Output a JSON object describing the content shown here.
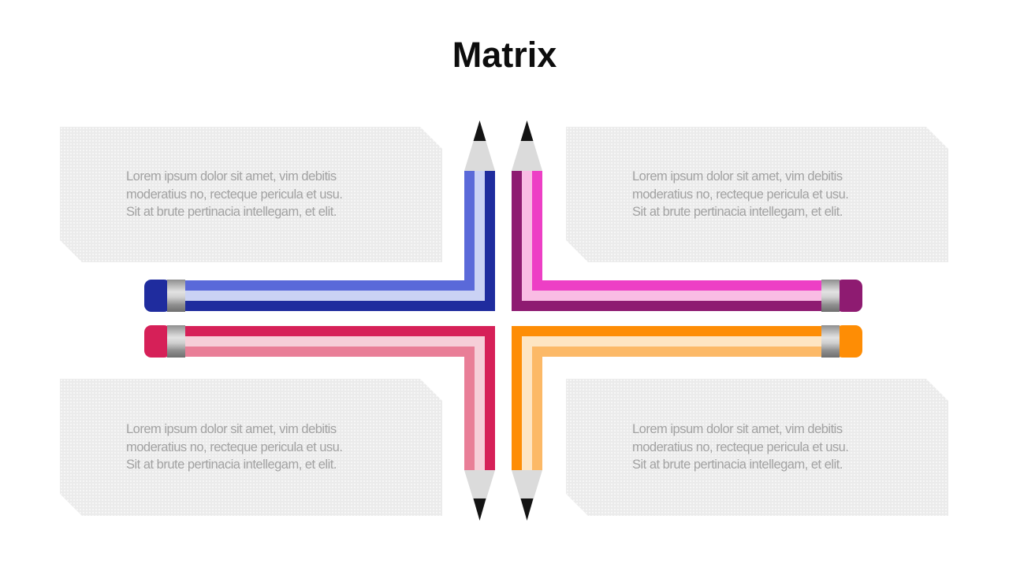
{
  "title": "Matrix",
  "theme": {
    "slide-bg": "#FFFFFF",
    "title-color": "#0D0D0D",
    "box-bg": "#EBEBEB",
    "box-text": "#A2A2A2"
  },
  "boxes": [
    {
      "position": "top-left",
      "lines": [
        "Lorem ipsum dolor sit amet, vim debitis",
        "moderatius no, recteque pericula et usu.",
        "Sit at brute pertinacia intellegam, et elit."
      ]
    },
    {
      "position": "top-right",
      "lines": [
        "Lorem ipsum dolor sit amet, vim debitis",
        "moderatius no, recteque pericula et usu.",
        "Sit at brute pertinacia intellegam, et elit."
      ]
    },
    {
      "position": "bottom-left",
      "lines": [
        "Lorem ipsum dolor sit amet, vim debitis",
        "moderatius no, recteque pericula et usu.",
        "Sit at brute pertinacia intellegam, et elit."
      ]
    },
    {
      "position": "bottom-right",
      "lines": [
        "Lorem ipsum dolor sit amet, vim debitis",
        "moderatius no, recteque pericula et usu.",
        "Sit at brute pertinacia intellegam, et elit."
      ]
    }
  ],
  "pencils": {
    "blue": {
      "quadrant": "top-left",
      "inner": "#5A69D9",
      "mid": "#CAD2F4",
      "outer": "#1F2C9E",
      "eraser": "#1F2C9E"
    },
    "pink": {
      "quadrant": "top-right",
      "inner": "#ED3FC5",
      "mid": "#F9BCE4",
      "outer": "#8E1B71",
      "eraser": "#8E1B71"
    },
    "red": {
      "quadrant": "bottom-left",
      "inner": "#E97E97",
      "mid": "#F6CED8",
      "outer": "#D62058",
      "eraser": "#D62058"
    },
    "orange": {
      "quadrant": "bottom-right",
      "inner": "#FCB967",
      "mid": "#FEE5C2",
      "outer": "#FE8D05",
      "eraser": "#FE8D05"
    },
    "wood": "#DBDBDB",
    "lead": "#141414",
    "ferrule_silver": "#C0C0C0"
  }
}
